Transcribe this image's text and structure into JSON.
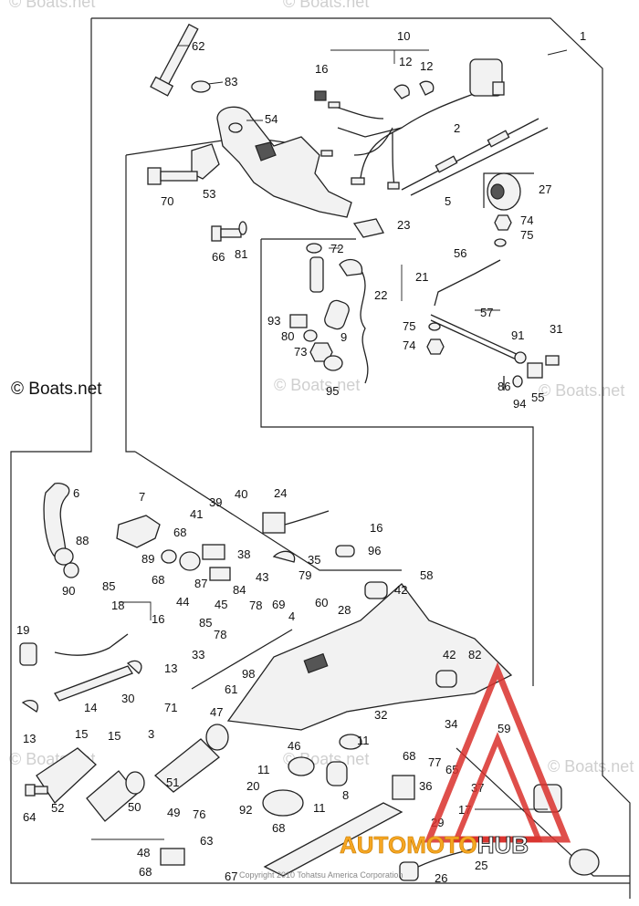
{
  "watermark": {
    "text": "© Boats.net",
    "color_light": "#cfcfcf",
    "color_dark": "#111111"
  },
  "copyright": "Copyright 2010 Tohatsu America Corporation",
  "brand": {
    "part1": "AUTOMOTO",
    "part2": "HUB",
    "color1": "#f5a623",
    "color2": "#ffffff",
    "triangle_color": "#d9302c"
  },
  "labels": [
    {
      "id": "l1",
      "text": "1"
    },
    {
      "id": "l2",
      "text": "2"
    },
    {
      "id": "l3",
      "text": "3"
    },
    {
      "id": "l4",
      "text": "4"
    },
    {
      "id": "l5",
      "text": "5"
    },
    {
      "id": "l6",
      "text": "6"
    },
    {
      "id": "l7",
      "text": "7"
    },
    {
      "id": "l8",
      "text": "8"
    },
    {
      "id": "l9",
      "text": "9"
    },
    {
      "id": "l10",
      "text": "10"
    },
    {
      "id": "l11a",
      "text": "11"
    },
    {
      "id": "l11b",
      "text": "11"
    },
    {
      "id": "l11c",
      "text": "11"
    },
    {
      "id": "l12a",
      "text": "12"
    },
    {
      "id": "l12b",
      "text": "12"
    },
    {
      "id": "l13a",
      "text": "13"
    },
    {
      "id": "l13b",
      "text": "13"
    },
    {
      "id": "l14",
      "text": "14"
    },
    {
      "id": "l15a",
      "text": "15"
    },
    {
      "id": "l15b",
      "text": "15"
    },
    {
      "id": "l16a",
      "text": "16"
    },
    {
      "id": "l16b",
      "text": "16"
    },
    {
      "id": "l16c",
      "text": "16"
    },
    {
      "id": "l17",
      "text": "17"
    },
    {
      "id": "l18",
      "text": "18"
    },
    {
      "id": "l19",
      "text": "19"
    },
    {
      "id": "l20",
      "text": "20"
    },
    {
      "id": "l21",
      "text": "21"
    },
    {
      "id": "l22",
      "text": "22"
    },
    {
      "id": "l23",
      "text": "23"
    },
    {
      "id": "l24",
      "text": "24"
    },
    {
      "id": "l25",
      "text": "25"
    },
    {
      "id": "l26",
      "text": "26"
    },
    {
      "id": "l27",
      "text": "27"
    },
    {
      "id": "l28",
      "text": "28"
    },
    {
      "id": "l29",
      "text": "29"
    },
    {
      "id": "l30",
      "text": "30"
    },
    {
      "id": "l31",
      "text": "31"
    },
    {
      "id": "l32",
      "text": "32"
    },
    {
      "id": "l33",
      "text": "33"
    },
    {
      "id": "l34",
      "text": "34"
    },
    {
      "id": "l35",
      "text": "35"
    },
    {
      "id": "l36",
      "text": "36"
    },
    {
      "id": "l37",
      "text": "37"
    },
    {
      "id": "l38",
      "text": "38"
    },
    {
      "id": "l39",
      "text": "39"
    },
    {
      "id": "l40",
      "text": "40"
    },
    {
      "id": "l41",
      "text": "41"
    },
    {
      "id": "l42a",
      "text": "42"
    },
    {
      "id": "l42b",
      "text": "42"
    },
    {
      "id": "l43",
      "text": "43"
    },
    {
      "id": "l44",
      "text": "44"
    },
    {
      "id": "l45",
      "text": "45"
    },
    {
      "id": "l46",
      "text": "46"
    },
    {
      "id": "l47",
      "text": "47"
    },
    {
      "id": "l48",
      "text": "48"
    },
    {
      "id": "l49",
      "text": "49"
    },
    {
      "id": "l50",
      "text": "50"
    },
    {
      "id": "l51",
      "text": "51"
    },
    {
      "id": "l52",
      "text": "52"
    },
    {
      "id": "l53",
      "text": "53"
    },
    {
      "id": "l54",
      "text": "54"
    },
    {
      "id": "l55",
      "text": "55"
    },
    {
      "id": "l56",
      "text": "56"
    },
    {
      "id": "l57",
      "text": "57"
    },
    {
      "id": "l58",
      "text": "58"
    },
    {
      "id": "l59",
      "text": "59"
    },
    {
      "id": "l60",
      "text": "60"
    },
    {
      "id": "l61",
      "text": "61"
    },
    {
      "id": "l62",
      "text": "62"
    },
    {
      "id": "l63",
      "text": "63"
    },
    {
      "id": "l64",
      "text": "64"
    },
    {
      "id": "l65",
      "text": "65"
    },
    {
      "id": "l66",
      "text": "66"
    },
    {
      "id": "l67",
      "text": "67"
    },
    {
      "id": "l68a",
      "text": "68"
    },
    {
      "id": "l68b",
      "text": "68"
    },
    {
      "id": "l68c",
      "text": "68"
    },
    {
      "id": "l68d",
      "text": "68"
    },
    {
      "id": "l68e",
      "text": "68"
    },
    {
      "id": "l69",
      "text": "69"
    },
    {
      "id": "l70",
      "text": "70"
    },
    {
      "id": "l71",
      "text": "71"
    },
    {
      "id": "l72",
      "text": "72"
    },
    {
      "id": "l73",
      "text": "73"
    },
    {
      "id": "l74a",
      "text": "74"
    },
    {
      "id": "l74b",
      "text": "74"
    },
    {
      "id": "l75a",
      "text": "75"
    },
    {
      "id": "l75b",
      "text": "75"
    },
    {
      "id": "l76",
      "text": "76"
    },
    {
      "id": "l77",
      "text": "77"
    },
    {
      "id": "l78a",
      "text": "78"
    },
    {
      "id": "l78b",
      "text": "78"
    },
    {
      "id": "l79",
      "text": "79"
    },
    {
      "id": "l80",
      "text": "80"
    },
    {
      "id": "l81",
      "text": "81"
    },
    {
      "id": "l82",
      "text": "82"
    },
    {
      "id": "l83",
      "text": "83"
    },
    {
      "id": "l84",
      "text": "84"
    },
    {
      "id": "l85a",
      "text": "85"
    },
    {
      "id": "l85b",
      "text": "85"
    },
    {
      "id": "l86",
      "text": "86"
    },
    {
      "id": "l87",
      "text": "87"
    },
    {
      "id": "l88",
      "text": "88"
    },
    {
      "id": "l89",
      "text": "89"
    },
    {
      "id": "l90",
      "text": "90"
    },
    {
      "id": "l91",
      "text": "91"
    },
    {
      "id": "l92",
      "text": "92"
    },
    {
      "id": "l93",
      "text": "93"
    },
    {
      "id": "l94",
      "text": "94"
    },
    {
      "id": "l95",
      "text": "95"
    },
    {
      "id": "l96",
      "text": "96"
    },
    {
      "id": "l98",
      "text": "98"
    }
  ]
}
